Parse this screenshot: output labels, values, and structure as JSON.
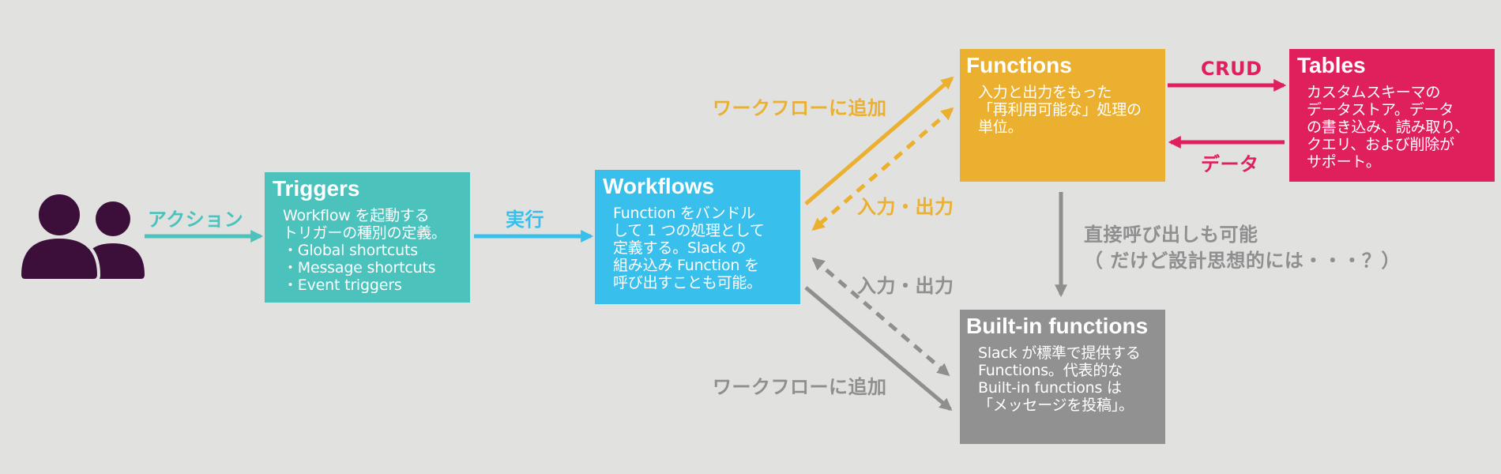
{
  "colors": {
    "background": "#e1e1df",
    "user": "#3b0f39",
    "triggers": "#4cc2bd",
    "workflows": "#39bfec",
    "functions": "#ebb02f",
    "tables": "#e0205c",
    "builtin": "#919191",
    "arrow_teal": "#4cc2bd",
    "arrow_blue": "#39bfec",
    "arrow_yellow": "#ebb02f",
    "arrow_pink": "#e0205c",
    "arrow_gray": "#8f8f8f"
  },
  "icons": {
    "users": "users-icon"
  },
  "nodes": {
    "triggers": {
      "title": "Triggers",
      "lines": [
        "Workflow を起動する",
        "トリガーの種別の定義。",
        "・Global shortcuts",
        "・Message shortcuts",
        "・Event triggers"
      ]
    },
    "workflows": {
      "title": "Workflows",
      "lines": [
        "Function をバンドル",
        "して 1 つの処理として",
        "定義する。Slack の",
        "組み込み Function を",
        "呼び出すことも可能。"
      ]
    },
    "functions": {
      "title": "Functions",
      "lines": [
        "入力と出力をもった",
        "「再利用可能な」処理の",
        "単位。"
      ]
    },
    "tables": {
      "title": "Tables",
      "lines": [
        "カスタムスキーマの",
        "データストア。データ",
        "の書き込み、読み取り、",
        "クエリ、および削除が",
        "サポート。"
      ]
    },
    "builtin": {
      "title": "Built-in functions",
      "lines": [
        "Slack が標準で提供する",
        "Functions。代表的な",
        "Built-in functions は",
        "「メッセージを投稿」。"
      ]
    }
  },
  "edges": {
    "action": "アクション",
    "execute": "実行",
    "add_to_workflow_functions": "ワークフローに追加",
    "io_functions": "入力・出力",
    "crud": "CRUD",
    "data": "データ",
    "direct_call_line1": "直接呼び出しも可能",
    "direct_call_line2": "（ だけど設計思想的には・・・？）",
    "io_builtin": "入力・出力",
    "add_to_workflow_builtin": "ワークフローに追加"
  }
}
